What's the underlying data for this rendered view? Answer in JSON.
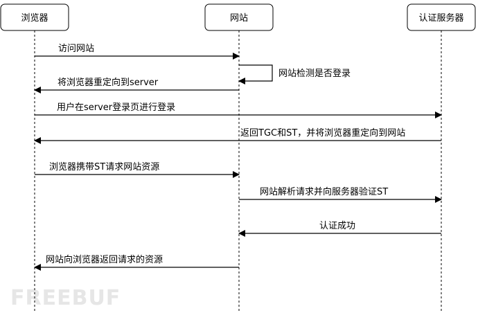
{
  "actors": [
    {
      "id": "browser",
      "label": "浏览器"
    },
    {
      "id": "site",
      "label": "网站"
    },
    {
      "id": "auth",
      "label": "认证服务器"
    }
  ],
  "messages": [
    {
      "from": "browser",
      "to": "site",
      "label": "访问网站"
    },
    {
      "from": "site",
      "to": "site",
      "label": "网站检测是否登录"
    },
    {
      "from": "site",
      "to": "browser",
      "label": "将浏览器重定向到server"
    },
    {
      "from": "browser",
      "to": "auth",
      "label": "用户在server登录页进行登录"
    },
    {
      "from": "auth",
      "to": "browser",
      "label": "返回TGC和ST，并将浏览器重定向到网站"
    },
    {
      "from": "browser",
      "to": "site",
      "label": "浏览器携带ST请求网站资源"
    },
    {
      "from": "site",
      "to": "auth",
      "label": "网站解析请求并向服务器验证ST"
    },
    {
      "from": "auth",
      "to": "site",
      "label": "认证成功"
    },
    {
      "from": "site",
      "to": "browser",
      "label": "网站向浏览器返回请求的资源"
    }
  ],
  "watermark": "FREEBUF"
}
